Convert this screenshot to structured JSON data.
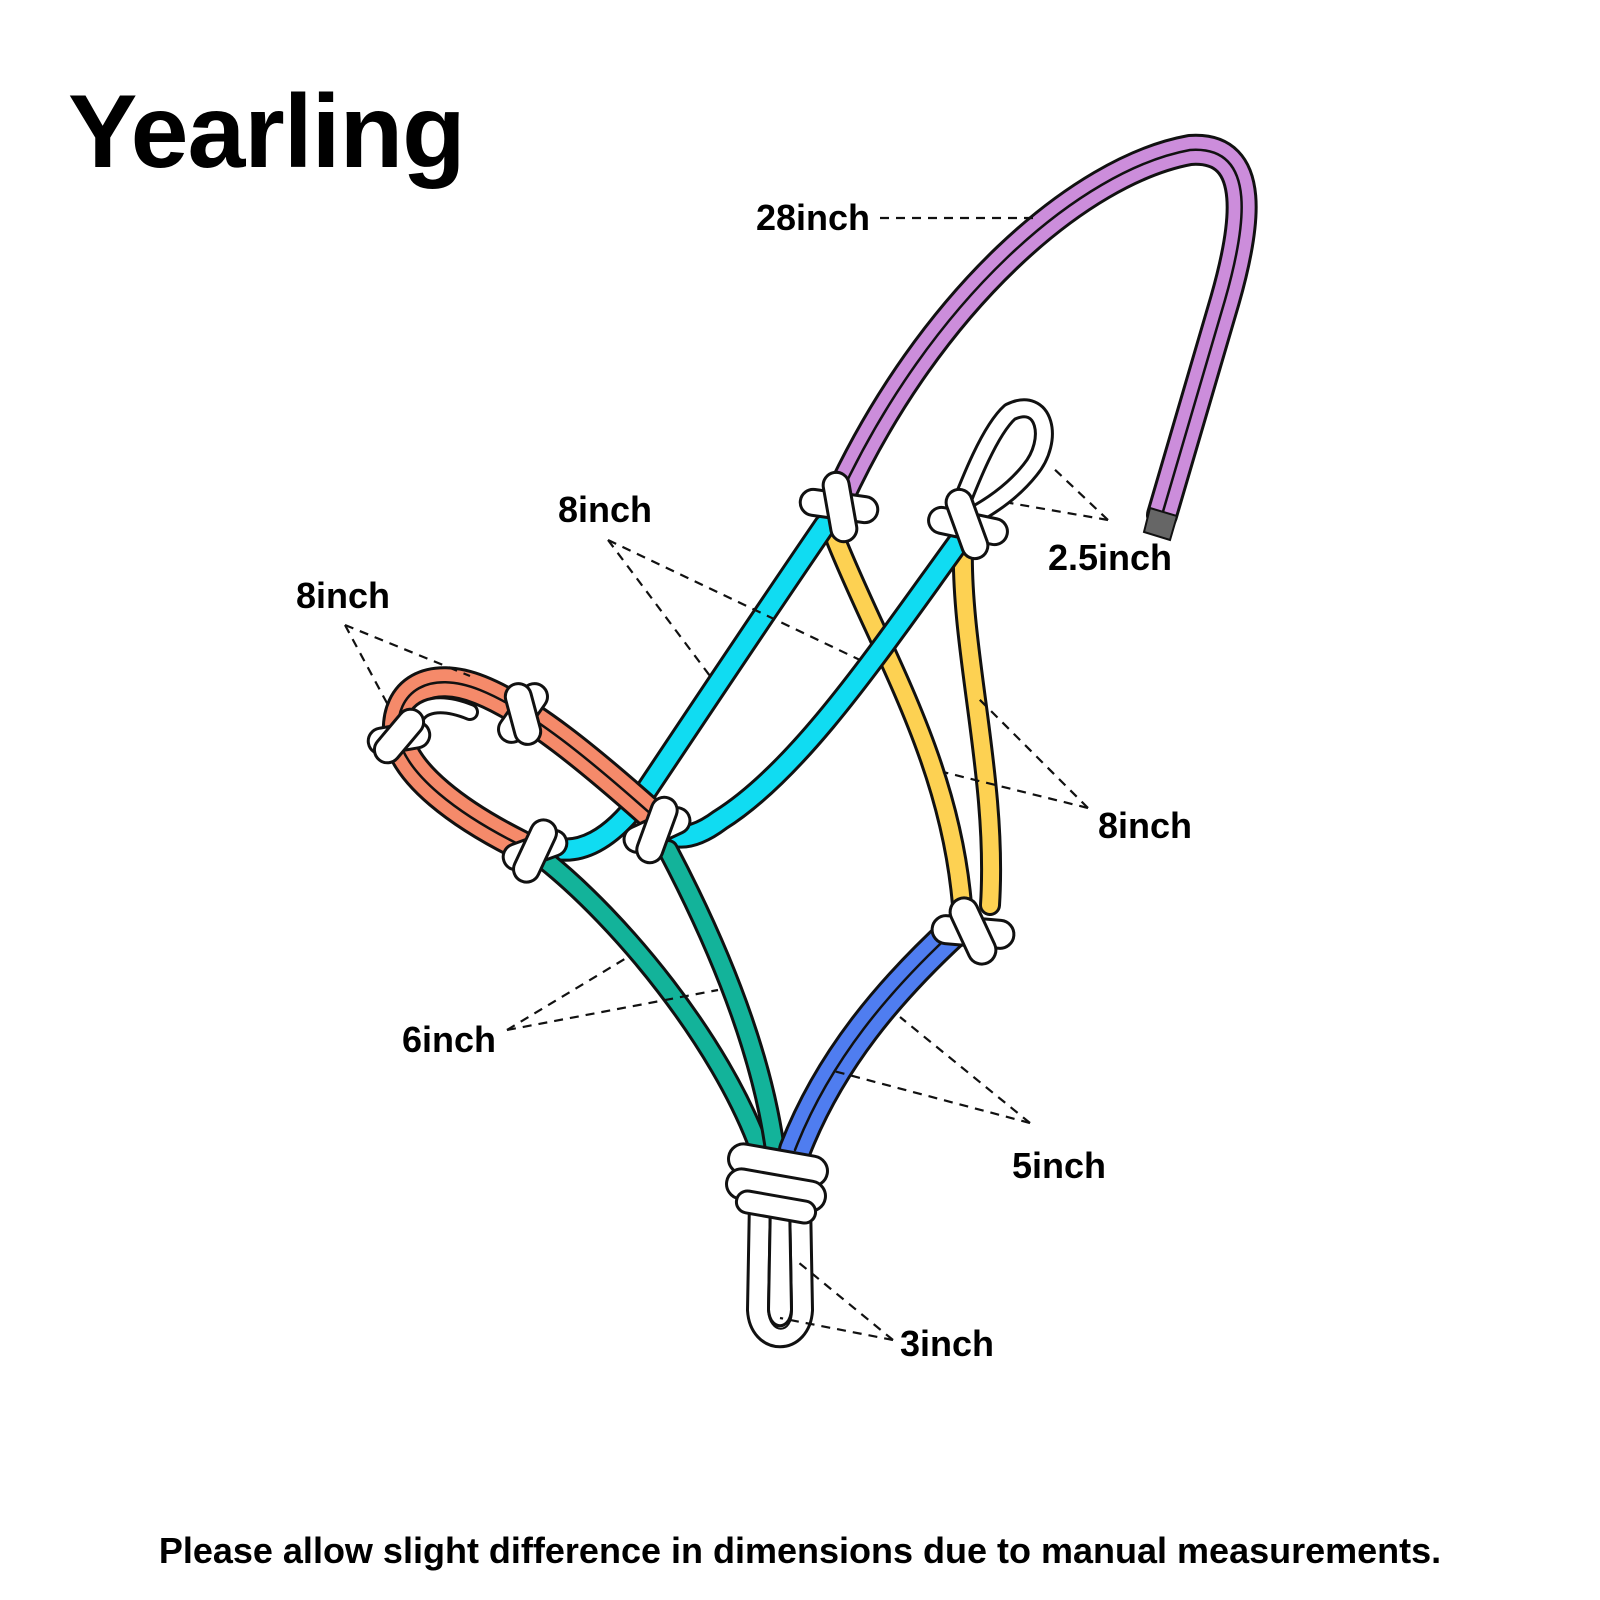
{
  "title": "Yearling",
  "labels": {
    "crown": "28inch",
    "cheek": "8inch",
    "nose": "8inch",
    "throat_loop": "2.5inch",
    "throat": "8inch",
    "chin": "6inch",
    "jaw": "5inch",
    "tie_loop": "3inch"
  },
  "footnote": "Please allow slight difference in dimensions due to manual measurements.",
  "colors": {
    "crown": "#cc8ddb",
    "cheek": "#10dcf2",
    "nose": "#f58a6a",
    "throat": "#fdd152",
    "chin": "#13b39a",
    "jaw": "#4f7df0",
    "knot": "#ffffff",
    "strap_tip": "#666666"
  }
}
